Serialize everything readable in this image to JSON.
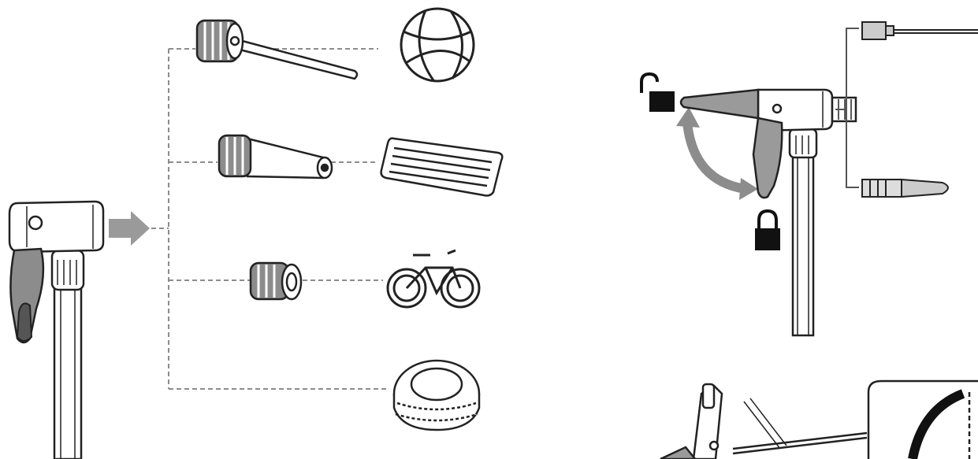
{
  "figure": {
    "left_panel": {
      "pump_head": "pump-head-with-lever",
      "adapters": [
        {
          "adapter": "ball-needle-adapter",
          "target": "basketball-icon"
        },
        {
          "adapter": "cone-nozzle-adapter",
          "target": "inflatable-mattress-icon"
        },
        {
          "adapter": "presta-valve-adapter",
          "target": "bicycle-icon"
        },
        {
          "adapter": "none",
          "target": "car-tire-icon"
        }
      ]
    },
    "right_panel": {
      "states": [
        "unlock-icon",
        "lock-icon"
      ],
      "valves": [
        "presta-valve-icon",
        "schrader-valve-icon"
      ]
    },
    "colors": {
      "line": "#222222",
      "gray": "#9a9a9a",
      "dash": "#8c8c8c"
    }
  }
}
